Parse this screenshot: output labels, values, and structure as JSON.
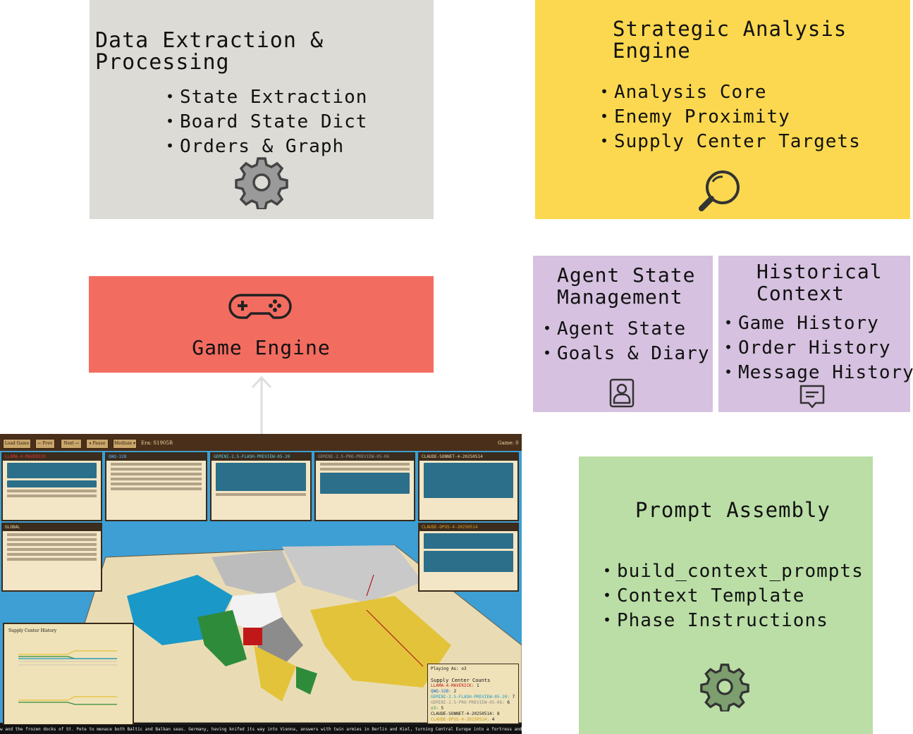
{
  "data_extraction": {
    "title": "Data Extraction & Processing",
    "items": [
      "State Extraction",
      "Board State Dict",
      "Orders & Graph"
    ],
    "icon": "gear-icon",
    "color": "#dcdbd6"
  },
  "strategic_analysis": {
    "title": "Strategic Analysis\nEngine",
    "items": [
      "Analysis Core",
      "Enemy Proximity",
      "Supply Center Targets"
    ],
    "icon": "magnifier-icon",
    "color": "#fbd84f"
  },
  "game_engine": {
    "title": "Game Engine",
    "icon": "gamepad-icon",
    "color": "#f36c60"
  },
  "agent_state": {
    "title": "Agent State\nManagement",
    "items": [
      "Agent State",
      "Goals & Diary"
    ],
    "icon": "profile-icon",
    "color": "#d6c1e0"
  },
  "historical_context": {
    "title": "Historical\nContext",
    "items": [
      "Game History",
      "Order History",
      "Message History"
    ],
    "icon": "message-icon",
    "color": "#d6c1e0"
  },
  "prompt_assembly": {
    "title": "Prompt Assembly",
    "items": [
      "build_context_prompts",
      "Context Template",
      "Phase Instructions"
    ],
    "icon": "gear-icon",
    "color": "#badea6"
  },
  "screenshot": {
    "toolbar": [
      "Load Game",
      "← Prev",
      "Next →",
      "⏸ Pause",
      "Medium ▾"
    ],
    "era": "Era: S1905R",
    "game": "Game: 0",
    "cards": [
      "LLAMA-4-MAVERICK",
      "QWQ-32B",
      "GEMINI-2.5-FLASH-PREVIEW-05-20",
      "GEMINI-2.5-PRO-PREVIEW-05-06",
      "CLAUDE-SONNET-4-20250514",
      "GLOBAL",
      "CLAUDE-OPUS-4-20250514"
    ],
    "chart_title": "Supply Center History",
    "playing_as": "Playing As: o3",
    "counts_title": "Supply Center Counts",
    "counts": [
      {
        "name": "LLAMA-4-MAVERICK:",
        "value": "1"
      },
      {
        "name": "QWQ-32B:",
        "value": "2"
      },
      {
        "name": "GEMINI-2.5-FLASH-PREVIEW-05-20:",
        "value": "7"
      },
      {
        "name": "GEMINI-2.5-PRO-PREVIEW-05-06:",
        "value": "6"
      },
      {
        "name": "o3:",
        "value": "5"
      },
      {
        "name": "CLAUDE-SONNET-4-20250514:",
        "value": "8"
      },
      {
        "name": "CLAUDE-OPUS-4-20250514:",
        "value": "4"
      }
    ],
    "ticker": "w and the frozen docks of St. Pete to menace both Baltic and Balkan seas. Germany, having knifed its way into Vienna, answers with twin armies in Berlin and Kiel, turning Central Europe into a fortress and daring the Tsar to te"
  }
}
